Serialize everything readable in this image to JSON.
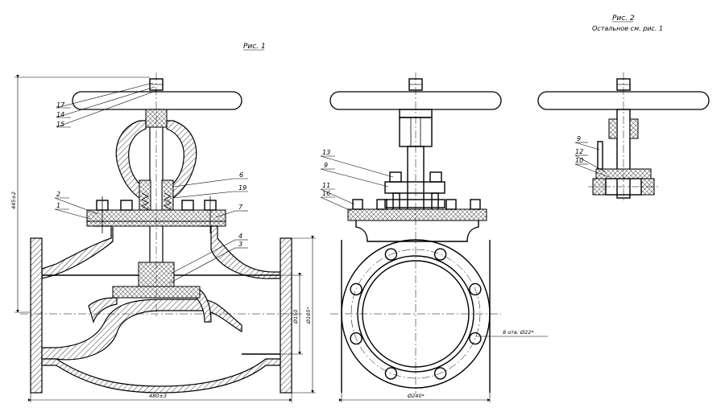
{
  "captions": {
    "fig1": "Рис. 1",
    "fig2": "Рис. 2",
    "fig2_note": "Остальное см. рис. 1"
  },
  "dimensions": {
    "height": "445±2",
    "length": "480±3",
    "bore": "Ø150",
    "bolt_circle": "Ø185*",
    "flange": "Ø240*",
    "holes": "8 отв. Ø22*"
  },
  "callouts": {
    "fig1": [
      "17",
      "14",
      "15",
      "6",
      "19",
      "2",
      "1",
      "7",
      "4",
      "3"
    ],
    "view2": [
      "13",
      "9",
      "11",
      "16"
    ],
    "fig2": [
      "9",
      "12",
      "10"
    ]
  }
}
